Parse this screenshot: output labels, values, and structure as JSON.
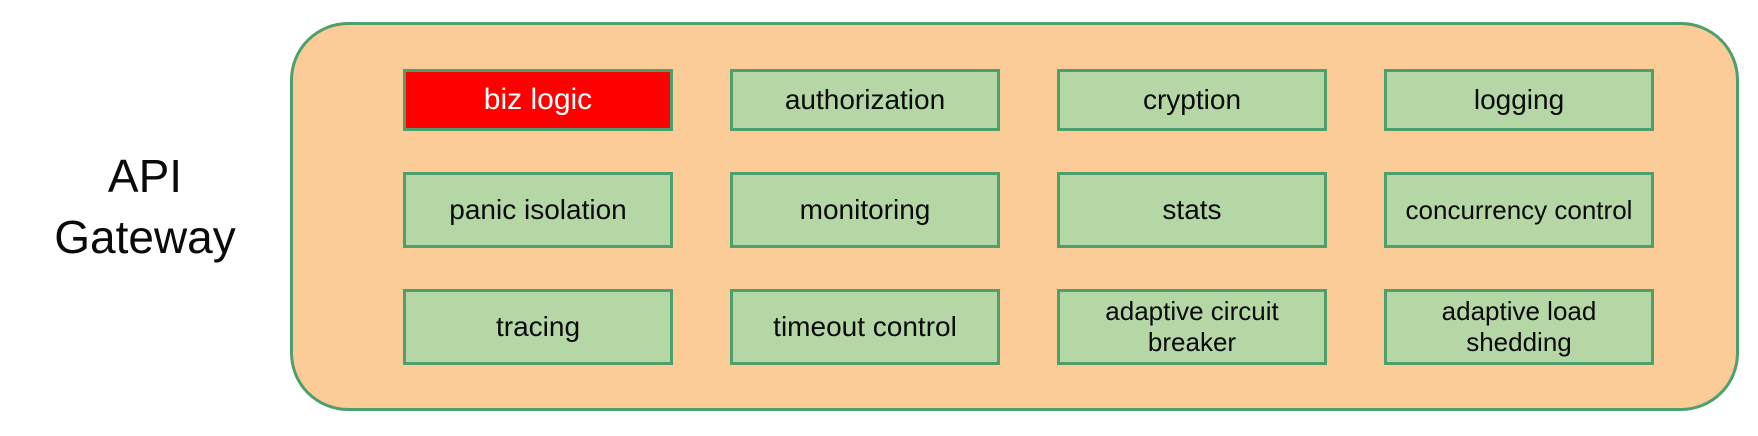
{
  "diagram": {
    "label": "API Gateway",
    "container_name": "api-gateway",
    "boxes": [
      {
        "label": "biz logic",
        "style": "highlight"
      },
      {
        "label": "authorization",
        "style": "normal"
      },
      {
        "label": "cryption",
        "style": "normal"
      },
      {
        "label": "logging",
        "style": "normal"
      },
      {
        "label": "panic isolation",
        "style": "normal"
      },
      {
        "label": "monitoring",
        "style": "normal"
      },
      {
        "label": "stats",
        "style": "normal"
      },
      {
        "label": "concurrency control",
        "style": "normal"
      },
      {
        "label": "tracing",
        "style": "normal"
      },
      {
        "label": "timeout control",
        "style": "normal"
      },
      {
        "label": "adaptive circuit breaker",
        "style": "normal"
      },
      {
        "label": "adaptive load shedding",
        "style": "normal"
      }
    ]
  },
  "colors": {
    "container_fill": "#FBCB98",
    "container_border": "#4DA06C",
    "box_fill": "#B5D6A5",
    "box_border": "#4DA06C",
    "highlight_fill": "#FF0000",
    "highlight_text": "#FFFFFF",
    "text_color": "#0A0A0A",
    "page_bg": "#FFFFFF"
  }
}
